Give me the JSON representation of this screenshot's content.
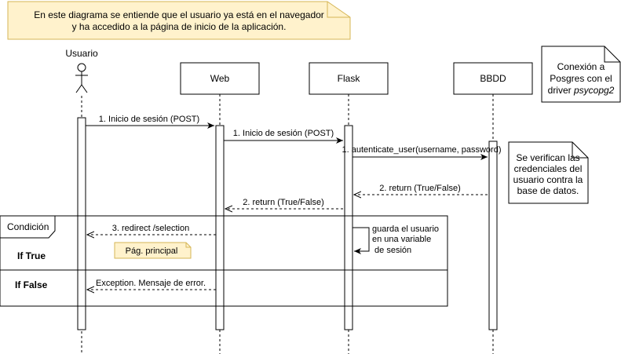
{
  "note_top": {
    "line1": "En este diagrama se entiende que el usuario ya está en el navegador",
    "line2": "y ha accedido a la página de inicio de la aplicación."
  },
  "note_db": {
    "line1": "Conexión a",
    "line2": "Posgres con el",
    "line3_prefix": "driver ",
    "line3_italic": "psycopg2"
  },
  "note_verify": {
    "line1": "Se verifican las",
    "line2": "credenciales del",
    "line3": "usuario contra la",
    "line4": "base de datos."
  },
  "actors": {
    "user": "Usuario",
    "web": "Web",
    "flask": "Flask",
    "db": "BBDD"
  },
  "messages": {
    "m1": "1. Inicio de sesión (POST)",
    "m2": "1. Inicio de sesión (POST)",
    "m3": "1. autenticate_user(username, password)",
    "m4": "2. return (True/False)",
    "m5": "2. return (True/False)",
    "m6": "3. redirect /selection",
    "m7": "Exception. Mensaje de error."
  },
  "self_call": {
    "line1": "guarda el usuario",
    "line2": "en una variable",
    "line3": " de sesión"
  },
  "fragment": {
    "label": "Condición",
    "guard_true": "If True",
    "guard_false": "If False"
  },
  "state_label": "Pág. principal",
  "colors": {
    "note_fill": "#fff2cc",
    "note_stroke": "#d6b656",
    "line": "#000000",
    "fill": "#ffffff"
  }
}
